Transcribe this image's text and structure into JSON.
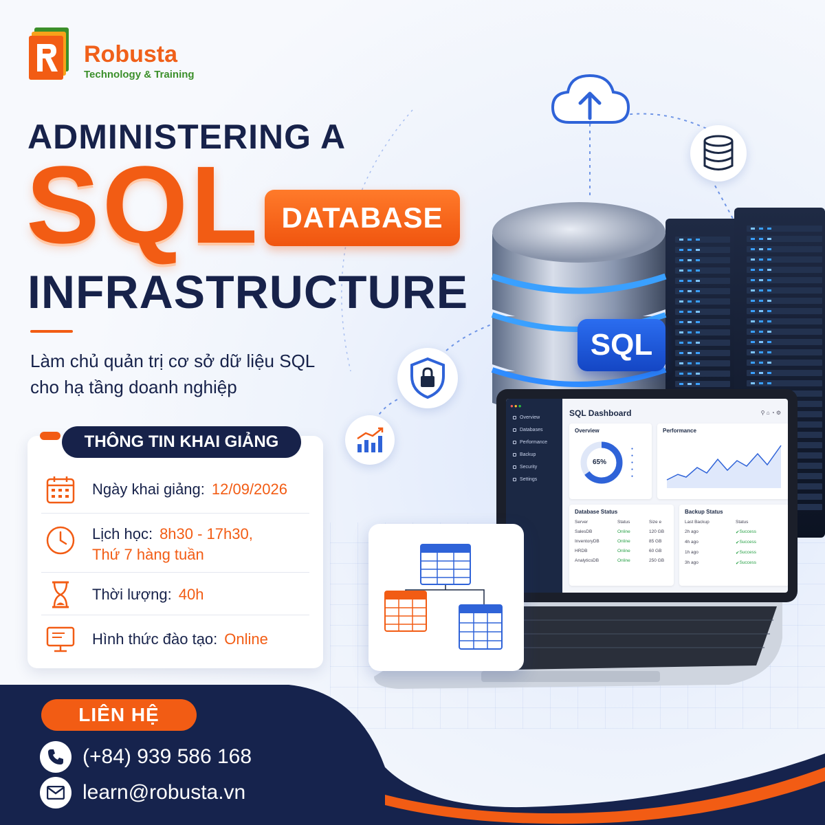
{
  "brand": {
    "name": "Robusta",
    "tagline": "Technology & Training",
    "colors": {
      "orange": "#f25c14",
      "navy": "#17224a",
      "green": "#3b8f2a",
      "blue": "#2b6df0"
    }
  },
  "hero": {
    "line1": "ADMINISTERING A",
    "sql": "SQL",
    "badge": "DATABASE",
    "line2": "INFRASTRUCTURE",
    "subtitle_line1": "Làm chủ quản trị cơ sở dữ liệu SQL",
    "subtitle_line2": "cho hạ tầng doanh nghiệp"
  },
  "info": {
    "heading": "THÔNG TIN KHAI GIẢNG",
    "rows": [
      {
        "icon": "calendar-icon",
        "label": "Ngày khai giảng:",
        "value": "12/09/2026"
      },
      {
        "icon": "clock-icon",
        "label": "Lịch học:",
        "value": "8h30 - 17h30,",
        "value2": "Thứ 7 hàng tuần"
      },
      {
        "icon": "hourglass-icon",
        "label": "Thời lượng:",
        "value": "40h"
      },
      {
        "icon": "monitor-icon",
        "label": "Hình thức đào tạo:",
        "value": "Online"
      }
    ]
  },
  "contact": {
    "heading": "LIÊN HỆ",
    "phone": "(+84) 939 586 168",
    "email": "learn@robusta.vn"
  },
  "illustration": {
    "sql_badge": "SQL",
    "dashboard": {
      "title": "SQL Dashboard",
      "nav": [
        "Overview",
        "Databases",
        "Performance",
        "Backup",
        "Security",
        "Settings"
      ],
      "overview_title": "Overview",
      "overview_percent": "65%",
      "overview_fraction": 0.65,
      "performance_title": "Performance",
      "db_status_title": "Database Status",
      "db_columns": [
        "Server",
        "Status",
        "Size e"
      ],
      "db_rows": [
        [
          "SalesDB",
          "Online",
          "120 GB"
        ],
        [
          "InventoryDB",
          "Online",
          "85 GB"
        ],
        [
          "HRDB",
          "Online",
          "60 GB"
        ],
        [
          "AnalyticsDB",
          "Online",
          "250 GB"
        ]
      ],
      "backup_title": "Backup Status",
      "backup_columns": [
        "Last Backup",
        "Status"
      ],
      "backup_rows": [
        [
          "2h ago",
          "Success"
        ],
        [
          "4h ago",
          "Success"
        ],
        [
          "1h ago",
          "Success"
        ],
        [
          "3h ago",
          "Success"
        ]
      ]
    }
  }
}
